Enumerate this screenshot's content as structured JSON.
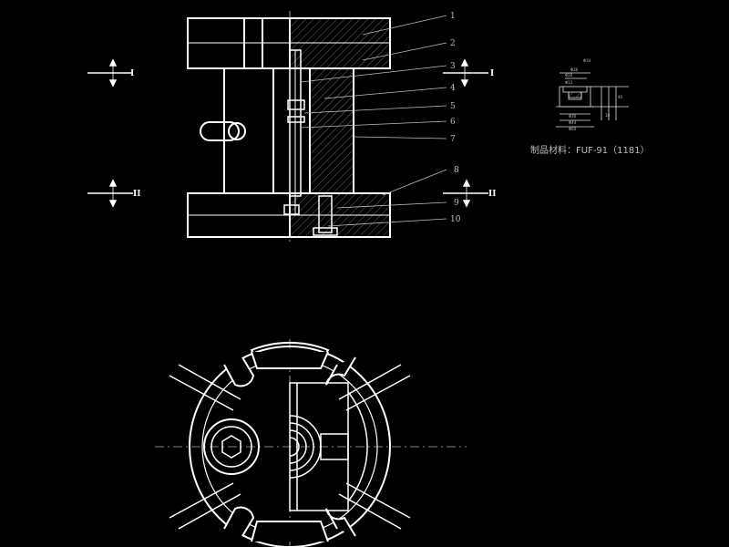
{
  "drawing": {
    "part_numbers": [
      "1",
      "2",
      "3",
      "4",
      "5",
      "6",
      "7",
      "8",
      "9",
      "10"
    ],
    "section_marks": {
      "top_left": "I",
      "top_right": "I",
      "bottom_left": "II",
      "bottom_right": "II"
    },
    "material_label": "制品材料：FUF-91（1181）",
    "detail_dimensions": [
      "Φ36",
      "Φ26",
      "Φ34",
      "Φ12",
      "Φ30",
      "Φ44",
      "Φ60",
      "40",
      "10"
    ]
  }
}
